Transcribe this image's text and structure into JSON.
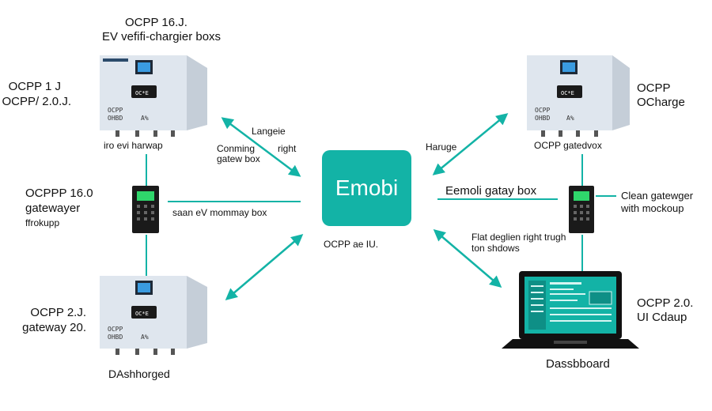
{
  "colors": {
    "teal": "#13b3a6",
    "box": "#dfe6ee",
    "box_side": "#c5ced8",
    "device": "#1a1a1a",
    "screen_green": "#2fd66b"
  },
  "hub": {
    "label": "Emobi"
  },
  "labels": {
    "top_left_title_1": "OCPP 16.J.",
    "top_left_title_2": "EV vefifi-chargier boxs",
    "left_1_a": "OCPP 1 J",
    "left_1_b": "OCPP/ 2.0.J.",
    "left_caption": "iro evi harwap",
    "arrow_tl_a": "Langeie",
    "arrow_tl_b": "Conming",
    "arrow_tl_c": "right",
    "arrow_tl_d": "gatew box",
    "left_2_a": "OCPPP 16.0",
    "left_2_b": "gatewayer",
    "left_2_c": "ffrokupp",
    "mid_left_line": "saan eV mommay box",
    "left_3_a": "OCPP 2.J.",
    "left_3_b": "gateway 20.",
    "bottom_left": "DAshhorged",
    "under_hub": "OCPP ae IU.",
    "arrow_tr": "Haruge",
    "top_right_1": "OCPP",
    "top_right_2": "OCharge",
    "right_caption": "OCPP gatedvox",
    "mid_right_line": "Eemoli gatay box",
    "right_2_a": "Clean gatewger",
    "right_2_b": "with mockoup",
    "arrow_br_a": "Flat deglien right trugh",
    "arrow_br_b": "ton shdows",
    "right_3_a": "OCPP 2.0.",
    "right_3_b": "UI Cdaup",
    "bottom_right": "Dassbboard"
  },
  "charger_text": {
    "line1": "OCPP",
    "line2": "OHBD",
    "badge": "A%",
    "screen": "OC*E"
  }
}
